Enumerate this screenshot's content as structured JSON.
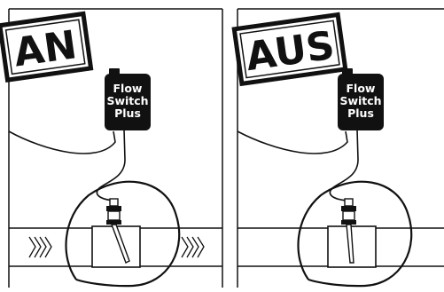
{
  "panels": [
    {
      "stamp_label": "AN",
      "device_label_lines": [
        "Flow",
        "Switch",
        "Plus"
      ]
    },
    {
      "stamp_label": "AUS",
      "device_label_lines": [
        "Flow",
        "Switch",
        "Plus"
      ]
    }
  ],
  "colors": {
    "ink": "#111111",
    "background": "#ffffff",
    "device_fill": "#111111",
    "device_text": "#ffffff"
  }
}
